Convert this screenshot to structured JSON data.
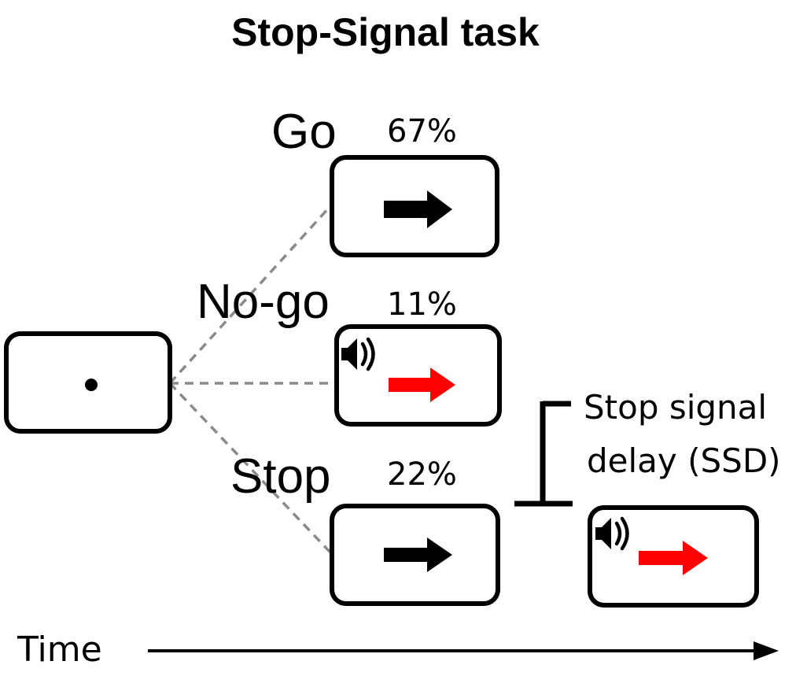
{
  "title": "Stop-Signal task",
  "conditions": [
    {
      "label": "Go",
      "percent": "67%",
      "arrow_color": "#000000",
      "sound": false
    },
    {
      "label": "No-go",
      "percent": "11%",
      "arrow_color": "#ff0000",
      "sound": true
    },
    {
      "label": "Stop",
      "percent": "22%",
      "arrow_color": "#000000",
      "sound": false
    }
  ],
  "stop_signal_screen": {
    "arrow_color": "#ff0000",
    "sound": true
  },
  "ssd": {
    "line1": "Stop signal",
    "line2": "delay (SSD)"
  },
  "time_label": "Time",
  "icons": {
    "fixation": "fixation-dot-icon",
    "sound": "speaker-sound-icon",
    "arrow": "right-arrow-icon"
  },
  "colors": {
    "foreground": "#000000",
    "stop_signal_arrow": "#ff0000",
    "connector": "#8a8a8a"
  }
}
